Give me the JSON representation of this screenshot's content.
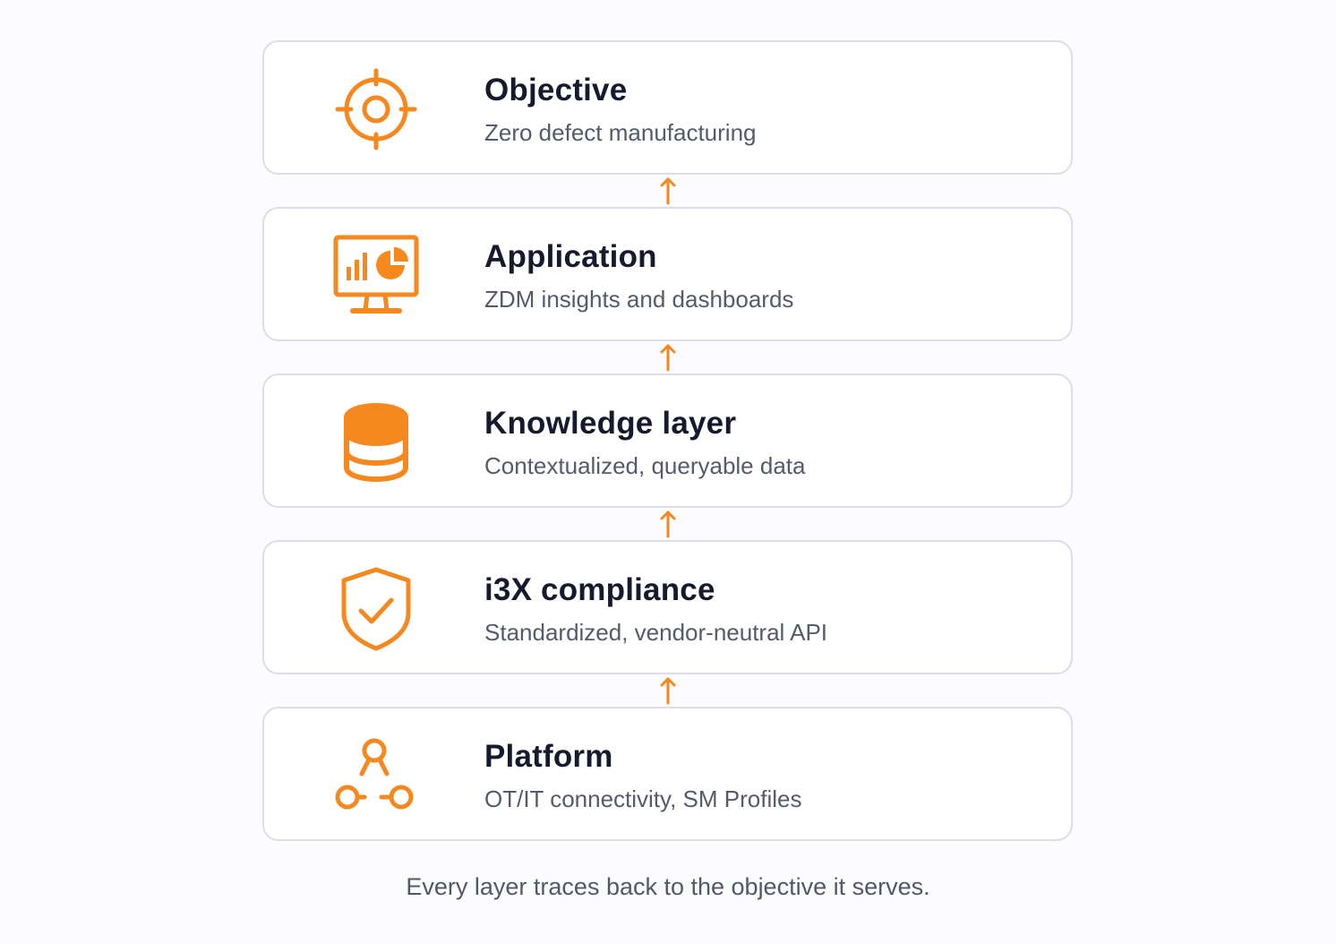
{
  "accent_color": "#f5891f",
  "layers": [
    {
      "title": "Objective",
      "subtitle": "Zero defect manufacturing",
      "icon": "target-icon"
    },
    {
      "title": "Application",
      "subtitle": "ZDM insights and dashboards",
      "icon": "dashboard-monitor-icon"
    },
    {
      "title": "Knowledge layer",
      "subtitle": "Contextualized, queryable data",
      "icon": "database-icon"
    },
    {
      "title": "i3X compliance",
      "subtitle": "Standardized, vendor-neutral API",
      "icon": "shield-check-icon"
    },
    {
      "title": "Platform",
      "subtitle": "OT/IT connectivity, SM Profiles",
      "icon": "network-nodes-icon"
    }
  ],
  "caption": "Every layer traces back to the objective it serves."
}
